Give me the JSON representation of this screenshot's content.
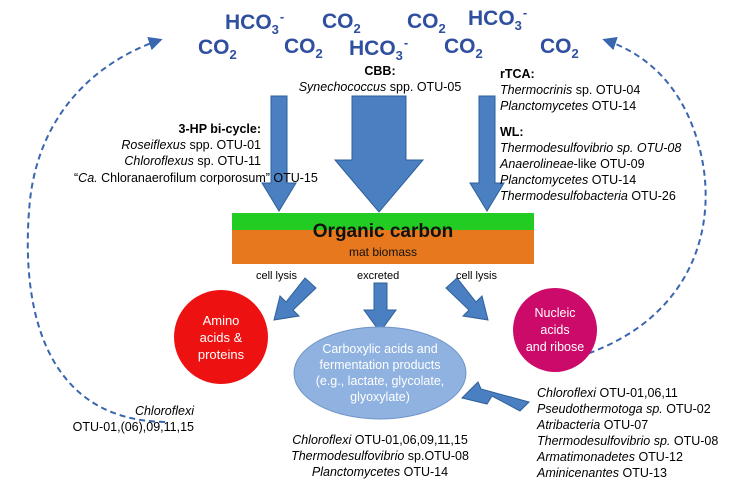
{
  "gases": {
    "hco3_1": {
      "main": "HCO",
      "sub": "3",
      "sup": "-"
    },
    "co2_1": {
      "main": "CO",
      "sub": "2"
    },
    "co2_2": {
      "main": "CO",
      "sub": "2"
    },
    "co2_3": {
      "main": "CO",
      "sub": "2"
    },
    "co2_4": {
      "main": "CO",
      "sub": "2"
    },
    "hco3_2": {
      "main": "HCO",
      "sub": "3",
      "sup": "-"
    },
    "hco3_3": {
      "main": "HCO",
      "sub": "3",
      "sup": "-"
    },
    "co2_5": {
      "main": "CO",
      "sub": "2"
    },
    "co2_6": {
      "main": "CO",
      "sub": "2"
    }
  },
  "cbb": {
    "heading": "CBB:",
    "org": "Synechococcus",
    "rest": " spp. OTU-05"
  },
  "rtca": {
    "heading": "rTCA:",
    "line1_it": "Thermocrinis",
    "line1_rest": " sp. OTU-04",
    "line2_it": "Planctomycetes",
    "line2_rest": " OTU-14"
  },
  "wl": {
    "heading": "WL:",
    "line1_it": "Thermodesulfovibrio sp. OTU-08",
    "line2_it": "Anaerolineae",
    "line2_rest": "-like OTU-09",
    "line3_it": "Planctomycetes",
    "line3_rest": " OTU-14",
    "line4_it": "Thermodesulfobacteria",
    "line4_rest": " OTU-26"
  },
  "hp": {
    "heading": "3-HP bi-cycle:",
    "line1_it": "Roseiflexus",
    "line1_rest": " spp. OTU-01",
    "line2_it": "Chloroflexus",
    "line2_rest": " sp. OTU-11",
    "line3_pre": "“",
    "line3_it": "Ca.",
    "line3_rest": " Chloranaerofilum corporosum” OTU-15"
  },
  "organic": {
    "title": "Organic carbon",
    "subtitle": "mat biomass"
  },
  "flows": {
    "left": "cell lysis",
    "middle": "excreted",
    "right": "cell lysis"
  },
  "amino": {
    "line1": "Amino",
    "line2": "acids &",
    "line3": "proteins"
  },
  "nucleic": {
    "line1": "Nucleic",
    "line2": "acids",
    "line3": "and ribose"
  },
  "carboxylic": {
    "line1": "Carboxylic acids and",
    "line2": "fermentation products",
    "line3": "(e.g., lactate, glycolate,",
    "line4": "glyoxylate)"
  },
  "left_consumers": {
    "line1_it": "Chloroflexi",
    "line2": "OTU-01,(06),09,11,15"
  },
  "bottom_consumers": {
    "line1_it": "Chloroflexi",
    "line1_rest": " OTU-01,06,09,11,15",
    "line2_it": "Thermodesulfovibrio",
    "line2_rest": " sp.OTU-08",
    "line3_it": "Planctomycetes",
    "line3_rest": " OTU-14"
  },
  "right_consumers": {
    "line1_it": "Chloroflexi",
    "line1_rest": " OTU-01,06,11",
    "line2_it": "Pseudothermotoga sp.",
    "line2_rest": " OTU-02",
    "line3_it": "Atribacteria",
    "line3_rest": " OTU-07",
    "line4_it": "Thermodesulfovibrio sp.",
    "line4_rest": " OTU-08",
    "line5_it": "Armatimonadetes",
    "line5_rest": " OTU-12",
    "line6_it": "Aminicenantes",
    "line6_rest": " OTU-13"
  },
  "colors": {
    "gas": "#2f4f9f",
    "arrow": "#4a7fc1",
    "arrow_edge": "#2e5f9a",
    "green": "#22cc22",
    "orange": "#e8781e",
    "amino": "#ee1111",
    "nucleic": "#cc0a6a",
    "carboxylic": "#8fb2e0",
    "dash": "#3a66b0"
  }
}
